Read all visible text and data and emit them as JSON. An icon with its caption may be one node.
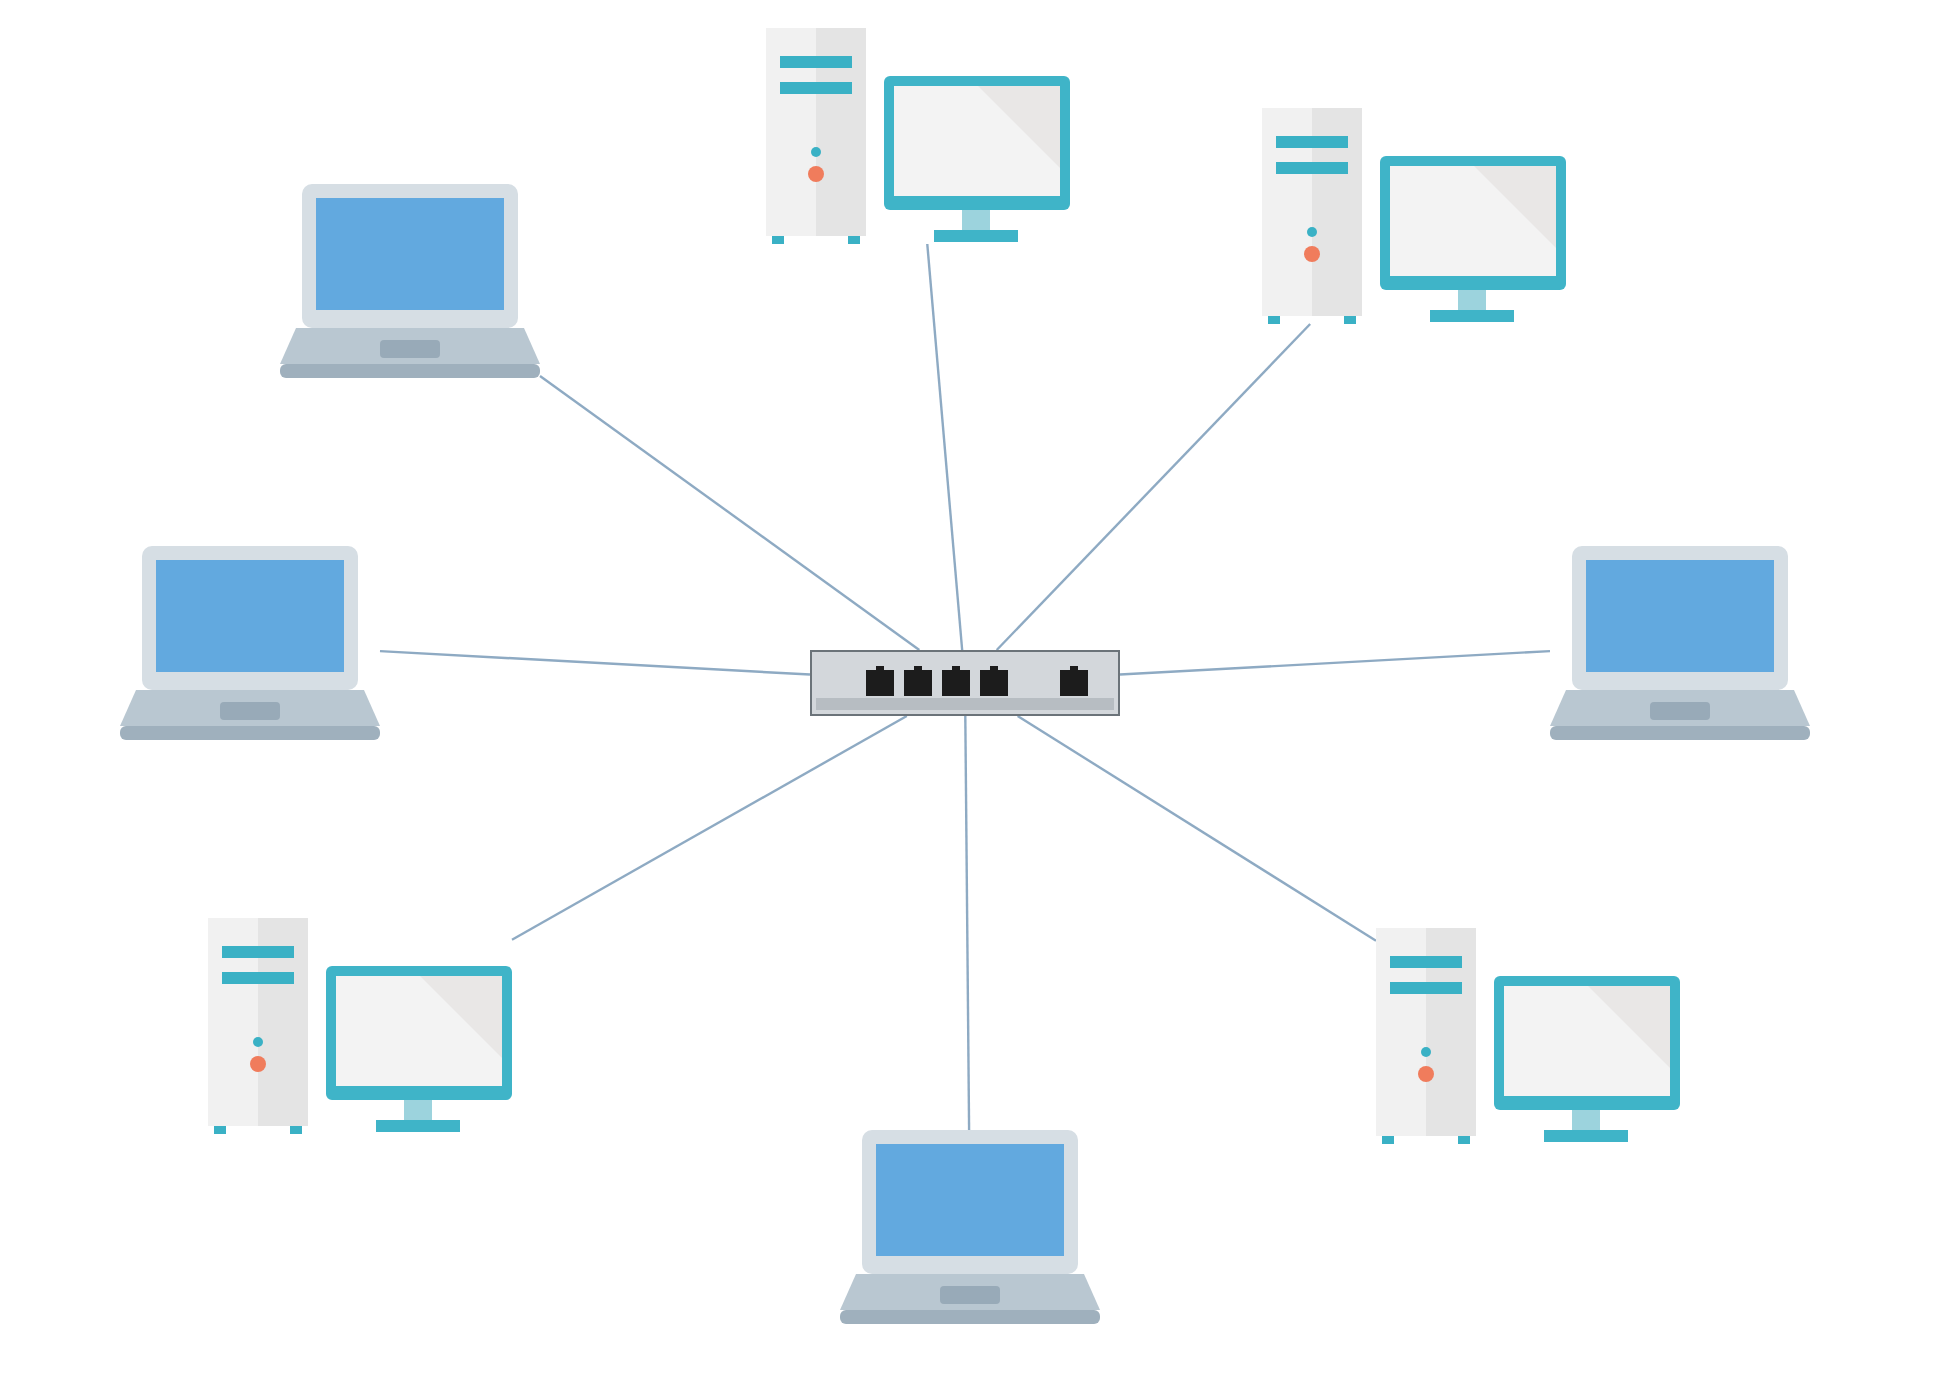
{
  "diagram": {
    "nodes": [
      {
        "text": [],
        "shape": "switch"
      },
      {
        "text": [],
        "shape": "computer"
      },
      {
        "text": [],
        "shape": "laptop"
      },
      {
        "text": [],
        "shape": "computer"
      },
      {
        "text": [],
        "shape": "laptop"
      },
      {
        "text": [],
        "shape": "laptop"
      },
      {
        "text": [],
        "shape": "computer"
      },
      {
        "text": [],
        "shape": "computer"
      },
      {
        "text": [],
        "shape": "laptop"
      }
    ],
    "edges": [
      {
        "from": 0,
        "to": 1,
        "arrow": "none"
      },
      {
        "from": 0,
        "to": 2,
        "arrow": "none"
      },
      {
        "from": 0,
        "to": 3,
        "arrow": "none"
      },
      {
        "from": 0,
        "to": 4,
        "arrow": "none"
      },
      {
        "from": 0,
        "to": 5,
        "arrow": "none"
      },
      {
        "from": 0,
        "to": 6,
        "arrow": "none"
      },
      {
        "from": 0,
        "to": 7,
        "arrow": "none"
      },
      {
        "from": 0,
        "to": 8,
        "arrow": "none"
      }
    ]
  }
}
